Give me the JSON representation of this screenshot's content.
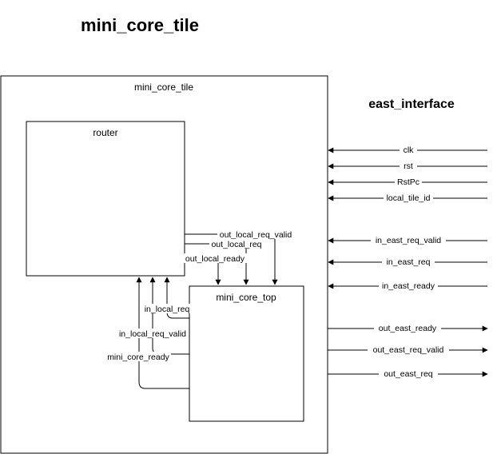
{
  "diagram": {
    "title": "mini_core_tile",
    "interface_title": "east_interface",
    "blocks": {
      "tile": "mini_core_tile",
      "router": "router",
      "core": "mini_core_top"
    },
    "east_inputs": [
      "clk",
      "rst",
      "RstPc",
      "local_tile_id",
      "in_east_req_valid",
      "in_east_req",
      "in_east_ready"
    ],
    "east_outputs": [
      "out_east_ready",
      "out_east_req_valid",
      "out_east_req"
    ],
    "router_to_core": [
      "out_local_req_valid",
      "out_local_req",
      "out_local_ready"
    ],
    "core_to_router": [
      "in_local_req",
      "in_local_req_valid",
      "mini_core_ready"
    ]
  }
}
